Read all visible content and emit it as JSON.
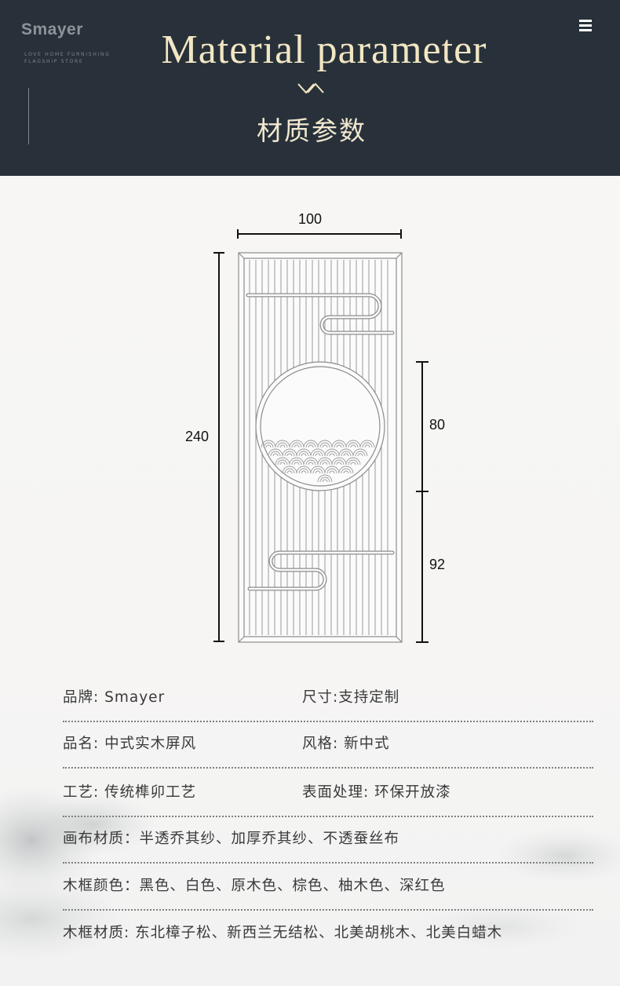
{
  "header": {
    "brand": "Smayer",
    "brand_sub": "LOVE HOME FURNISHING FLAGSHIP STORE",
    "title_en": "Material parameter",
    "title_cn": "材质参数",
    "icons": [
      "menu-icon",
      "chevrons-down-icon"
    ]
  },
  "dimensions": {
    "width": "100",
    "height": "240",
    "upper_segment": "80",
    "lower_segment": "92"
  },
  "specs": {
    "brand": "品牌: Smayer",
    "size": "尺寸:支持定制",
    "name": "品名: 中式实木屏风",
    "style": "风格: 新中式",
    "craft": "工艺: 传统榫卯工艺",
    "surface": "表面处理: 环保开放漆",
    "canvas": "画布材质：半透乔其纱、加厚乔其纱、不透蚕丝布",
    "frame_color": "木框颜色：黑色、白色、原木色、棕色、柚木色、深红色",
    "frame_material": "木框材质: 东北樟子松、新西兰无结松、北美胡桃木、北美白蜡木"
  },
  "colors": {
    "header_bg": "#28313a",
    "title": "#f2e6c3",
    "text": "#3a3a3a"
  }
}
